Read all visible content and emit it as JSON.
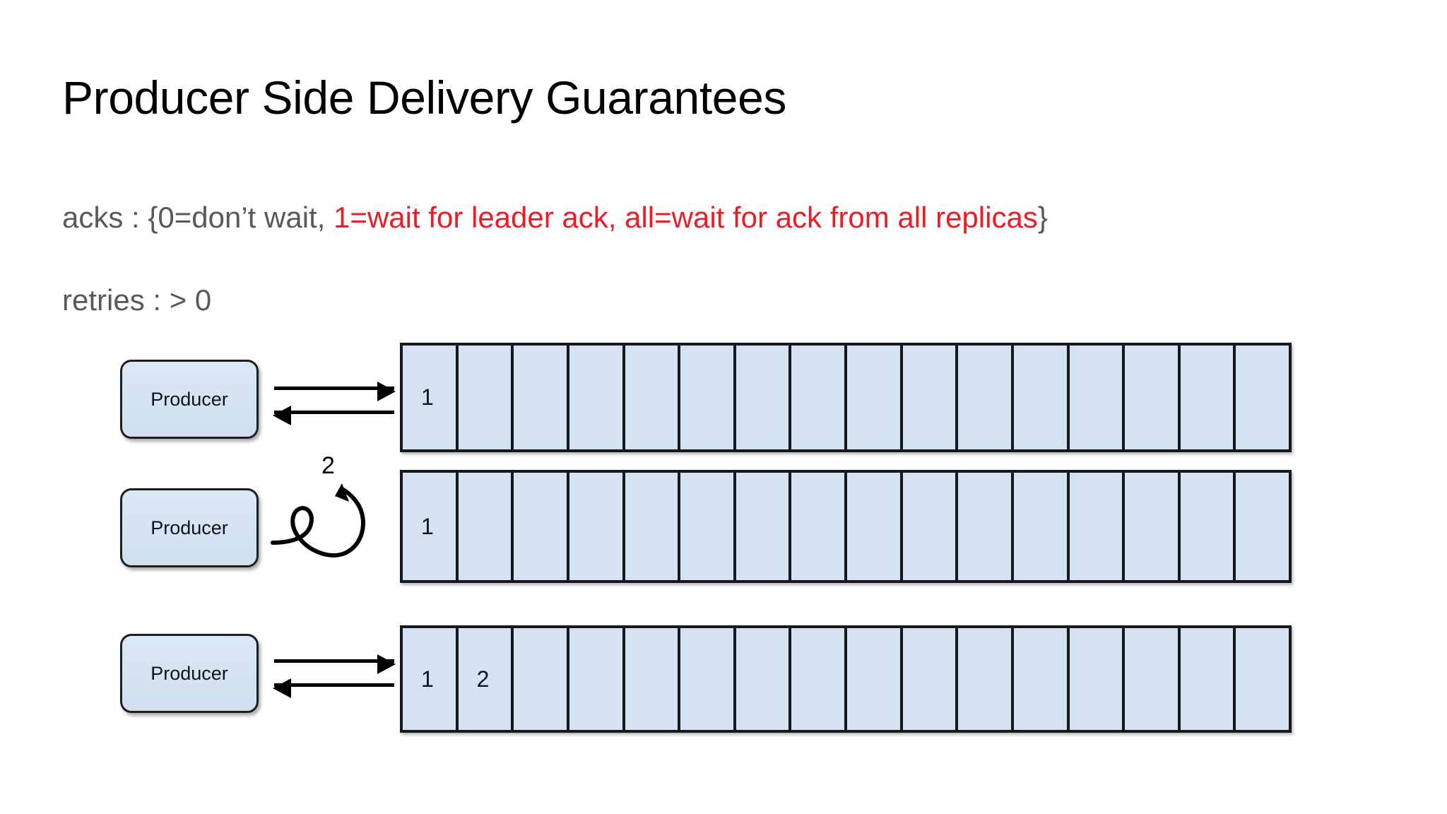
{
  "slide": {
    "title": "Producer Side Delivery Guarantees",
    "background_color": "#ffffff",
    "body": {
      "acks_prefix": "acks : {0=don’t wait, ",
      "acks_highlight": "1=wait for leader ack, all=wait for ack from all replicas",
      "acks_suffix": "}",
      "retries": "retries : > 0"
    },
    "colors": {
      "text_gray": "#595959",
      "highlight_red": "#ee1b24",
      "title_black": "#000000",
      "cell_fill": "#d4e2f1",
      "cell_border": "#15181d",
      "producer_fill": "#cfdff0"
    }
  },
  "diagram": {
    "rows": [
      {
        "id": "row-acks-sent",
        "producer_label": "Producer",
        "arrow_type": "bidirectional",
        "cell_count": 16,
        "cells": [
          "1",
          "",
          "",
          "",
          "",
          "",
          "",
          "",
          "",
          "",
          "",
          "",
          "",
          "",
          "",
          ""
        ]
      },
      {
        "id": "row-retry",
        "producer_label": "Producer",
        "arrow_type": "retry-loop",
        "retry_label": "2",
        "cell_count": 16,
        "cells": [
          "1",
          "",
          "",
          "",
          "",
          "",
          "",
          "",
          "",
          "",
          "",
          "",
          "",
          "",
          "",
          ""
        ]
      },
      {
        "id": "row-duplicate",
        "producer_label": "Producer",
        "arrow_type": "bidirectional",
        "cell_count": 16,
        "cells": [
          "1",
          "2",
          "",
          "",
          "",
          "",
          "",
          "",
          "",
          "",
          "",
          "",
          "",
          "",
          "",
          ""
        ]
      }
    ]
  }
}
